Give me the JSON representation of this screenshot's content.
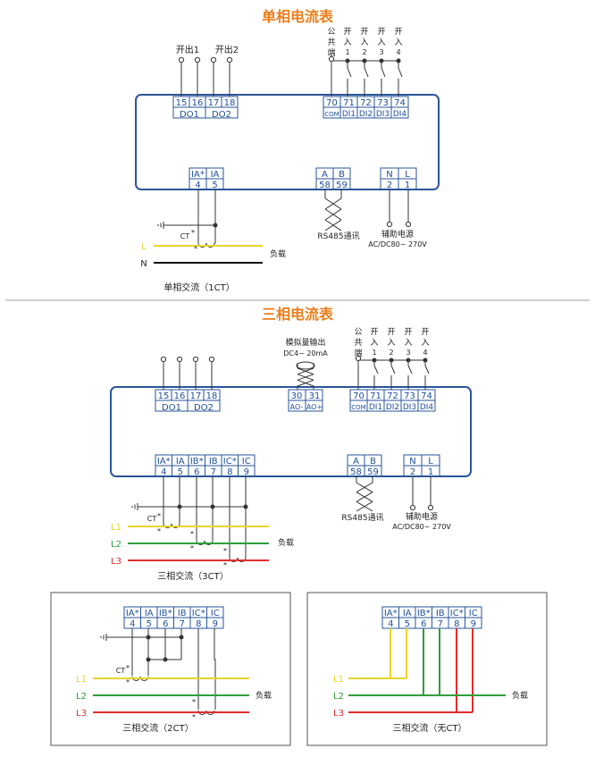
{
  "colors": {
    "title": "#ee7d1a",
    "box": "#2a5599",
    "cell_text": "#1f4f9c",
    "wire": "#333333",
    "L1": "#e8d42a",
    "L2": "#2f9e3a",
    "L3": "#e32d2d"
  },
  "single": {
    "title": "单相电流表",
    "do_labels": [
      "开出1",
      "开出2"
    ],
    "do_cells": [
      "15",
      "16",
      "17",
      "18"
    ],
    "do_groups": [
      "DO1",
      "DO2"
    ],
    "di_top": [
      "公",
      "共",
      "端"
    ],
    "di_inputs": [
      [
        "开",
        "入",
        "1"
      ],
      [
        "开",
        "入",
        "2"
      ],
      [
        "开",
        "入",
        "3"
      ],
      [
        "开",
        "入",
        "4"
      ]
    ],
    "di_cells": [
      "70",
      "71",
      "72",
      "73",
      "74"
    ],
    "di_sub": [
      "COM",
      "DI1",
      "DI2",
      "DI3",
      "DI4"
    ],
    "ct_head": [
      "IA*",
      "IA"
    ],
    "ct_num": [
      "4",
      "5"
    ],
    "rs_head": [
      "A",
      "B"
    ],
    "rs_num": [
      "58",
      "59"
    ],
    "pw_head": [
      "N",
      "L"
    ],
    "pw_num": [
      "2",
      "1"
    ],
    "rs485": "RS485通讯",
    "power": "辅助电源",
    "power_range": "AC/DC80~ 270V",
    "ct": "CT",
    "star": "*",
    "L": "L",
    "N": "N",
    "load": "负载",
    "caption": "单相交流（1CT）"
  },
  "three": {
    "title": "三相电流表",
    "ao_title": "模拟量输出",
    "ao_range": "DC4~ 20mA",
    "do_cells": [
      "15",
      "16",
      "17",
      "18"
    ],
    "do_groups": [
      "DO1",
      "DO2"
    ],
    "ao_cells": [
      "30",
      "31"
    ],
    "ao_sub": [
      "AO-",
      "AO+"
    ],
    "di_top": [
      "公",
      "共",
      "端"
    ],
    "di_inputs": [
      [
        "开",
        "入",
        "1"
      ],
      [
        "开",
        "入",
        "2"
      ],
      [
        "开",
        "入",
        "3"
      ],
      [
        "开",
        "入",
        "4"
      ]
    ],
    "di_cells": [
      "70",
      "71",
      "72",
      "73",
      "74"
    ],
    "di_sub": [
      "COM",
      "DI1",
      "DI2",
      "DI3",
      "DI4"
    ],
    "ct_head": [
      "IA*",
      "IA",
      "IB*",
      "IB",
      "IC*",
      "IC"
    ],
    "ct_num": [
      "4",
      "5",
      "6",
      "7",
      "8",
      "9"
    ],
    "rs_head": [
      "A",
      "B"
    ],
    "rs_num": [
      "58",
      "59"
    ],
    "pw_head": [
      "N",
      "L"
    ],
    "pw_num": [
      "2",
      "1"
    ],
    "rs485": "RS485通讯",
    "power": "辅助电源",
    "power_range": "AC/DC80~ 270V",
    "ct": "CT",
    "star": "*",
    "L1": "L1",
    "L2": "L2",
    "L3": "L3",
    "load": "负载",
    "caption": "三相交流（3CT）"
  },
  "two_ct": {
    "ct_head": [
      "IA*",
      "IA",
      "IB*",
      "IB",
      "IC*",
      "IC"
    ],
    "ct_num": [
      "4",
      "5",
      "6",
      "7",
      "8",
      "9"
    ],
    "ct": "CT",
    "star": "*",
    "L1": "L1",
    "L2": "L2",
    "L3": "L3",
    "load": "负载",
    "caption": "三相交流（2CT）"
  },
  "no_ct": {
    "ct_head": [
      "IA*",
      "IA",
      "IB*",
      "IB",
      "IC*",
      "IC"
    ],
    "ct_num": [
      "4",
      "5",
      "6",
      "7",
      "8",
      "9"
    ],
    "L1": "L1",
    "L2": "L2",
    "L3": "L3",
    "load": "负载",
    "caption": "三相交流（无CT）"
  }
}
